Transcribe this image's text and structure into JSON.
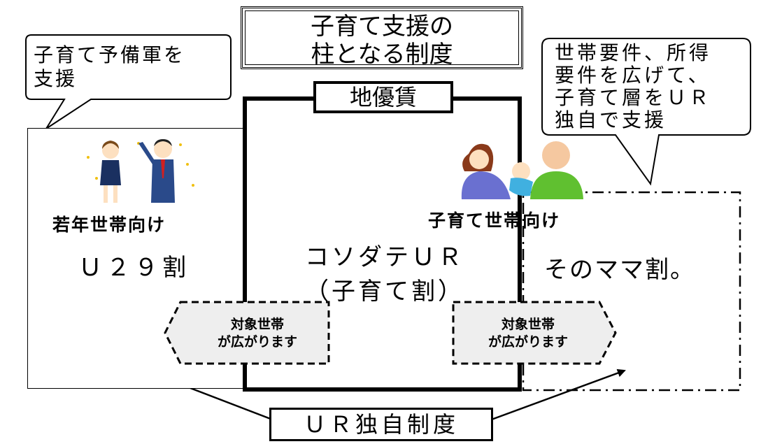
{
  "title": {
    "line1": "子育て支援の",
    "line2": "柱となる制度"
  },
  "left_bubble": {
    "line1": "子育て予備軍を",
    "line2": "支援"
  },
  "right_bubble": {
    "line1": "世帯要件、所得",
    "line2": "要件を広げて、",
    "line3": "子育て層をＵＲ",
    "line4": "独自で支援"
  },
  "left_panel": {
    "heading": "若年世帯向け",
    "program": "Ｕ２９割"
  },
  "center_panel": {
    "label": "地優賃",
    "program_line1": "コソダテＵＲ",
    "program_line2": "（子育て割）"
  },
  "right_panel": {
    "heading": "子育て世帯向け",
    "program": "そのママ割。"
  },
  "left_tag": {
    "line1": "対象世帯",
    "line2": "が広がります"
  },
  "right_tag": {
    "line1": "対象世帯",
    "line2": "が広がります"
  },
  "bottom_label": "ＵＲ独自制度"
}
